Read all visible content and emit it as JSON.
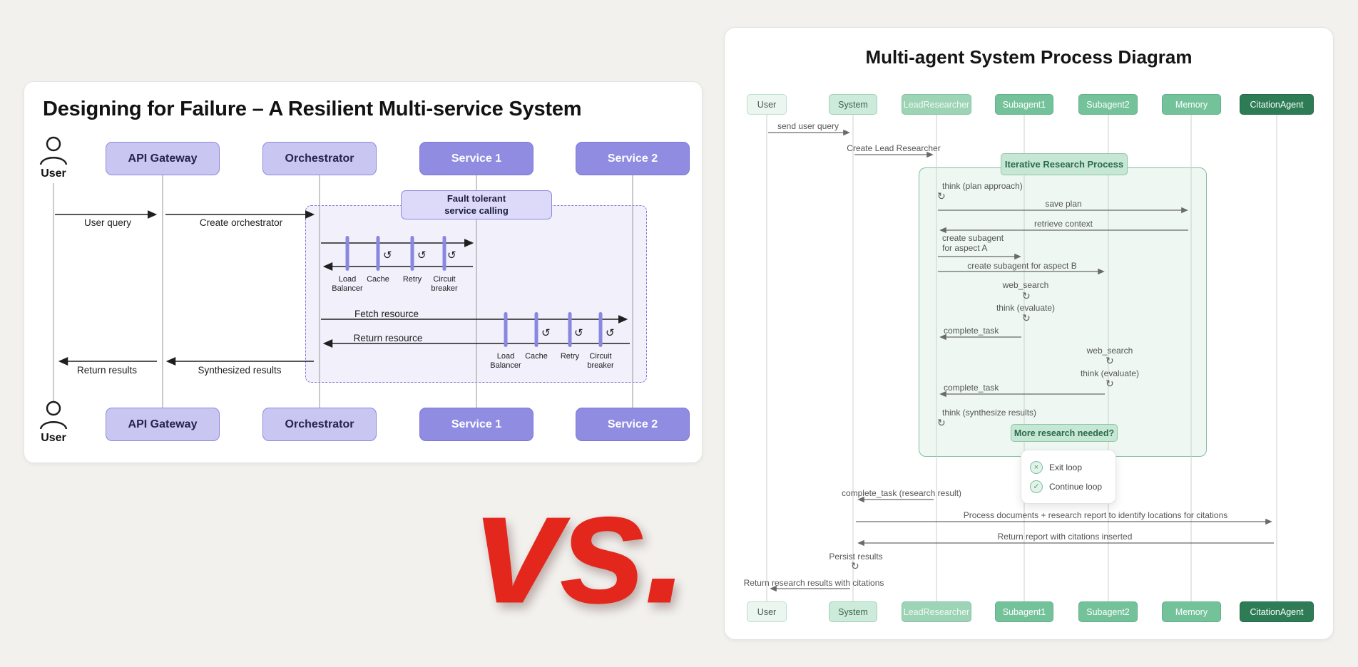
{
  "vs": {
    "label": "vs.",
    "color": "#e3271c"
  },
  "left": {
    "title": "Designing for Failure – A Resilient Multi-service System",
    "actors": {
      "user": "User",
      "api_gateway": "API Gateway",
      "orchestrator": "Orchestrator",
      "service1": "Service 1",
      "service2": "Service 2"
    },
    "messages": {
      "user_query": "User query",
      "create_orchestrator": "Create orchestrator",
      "fault_tolerant": "Fault tolerant service calling",
      "fetch_resource": "Fetch resource",
      "return_resource": "Return resource",
      "return_results": "Return results",
      "synthesized_results": "Synthesized results"
    },
    "components": [
      "Load Balancer",
      "Cache",
      "Retry",
      "Circuit breaker"
    ],
    "icons": {
      "retry_loop": "↺"
    },
    "colors": {
      "actor_light": "#c9c7f2",
      "actor_solid": "#8f8ce2",
      "accent_border": "#8c89dd",
      "region_dash": "#7b79d6",
      "component_bar": "#8a87e0"
    }
  },
  "right": {
    "title": "Multi-agent System Process Diagram",
    "actors": [
      "User",
      "System",
      "LeadResearcher",
      "Subagent1",
      "Subagent2",
      "Memory",
      "CitationAgent"
    ],
    "loop_label": "Iterative Research Process",
    "messages": {
      "send_user_query": "send user query",
      "create_lead_researcher": "Create Lead Researcher",
      "think_plan": "think (plan approach)",
      "save_plan": "save plan",
      "retrieve_context": "retrieve context",
      "create_subagent_a": "create subagent for aspect A",
      "create_subagent_b": "create subagent for aspect B",
      "web_search": "web_search",
      "think_evaluate": "think (evaluate)",
      "complete_task": "complete_task",
      "think_synthesize": "think (synthesize results)",
      "complete_task_result": "complete_task (research result)",
      "process_documents": "Process documents + research report to identify locations for citations",
      "return_report": "Return report with citations inserted",
      "persist_results": "Persist results",
      "return_research_results": "Return research results with citations"
    },
    "decision": {
      "question": "More research needed?",
      "options": [
        {
          "icon": "×",
          "label": "Exit loop"
        },
        {
          "icon": "✓",
          "label": "Continue loop"
        }
      ]
    },
    "icons": {
      "self_loop": "↻"
    },
    "colors": {
      "loop_fill": "#e9f4ee",
      "loop_border": "#7fbf9e",
      "label_fill": "#c7e7d5",
      "citation": "#2d7c55"
    }
  }
}
